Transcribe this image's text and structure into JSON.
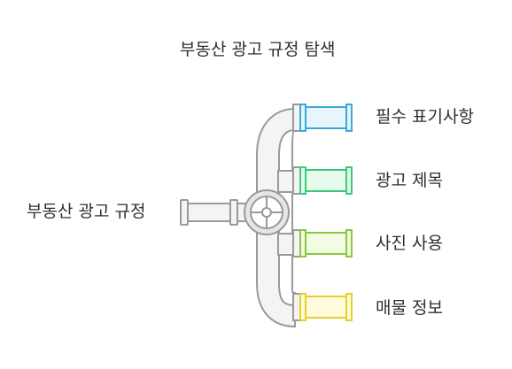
{
  "diagram": {
    "title": "부동산 광고 규정 탐색",
    "root_label": "부동산 광고 규정",
    "branches": [
      {
        "label": "필수 표기사항",
        "color": "#3aa8d8",
        "fill": "#e6f6fc"
      },
      {
        "label": "광고 제목",
        "color": "#3ec87a",
        "fill": "#e6fbed"
      },
      {
        "label": "사진 사용",
        "color": "#8cc63f",
        "fill": "#f2fbe3"
      },
      {
        "label": "매물 정보",
        "color": "#e6cf2a",
        "fill": "#fffbdc"
      }
    ]
  }
}
